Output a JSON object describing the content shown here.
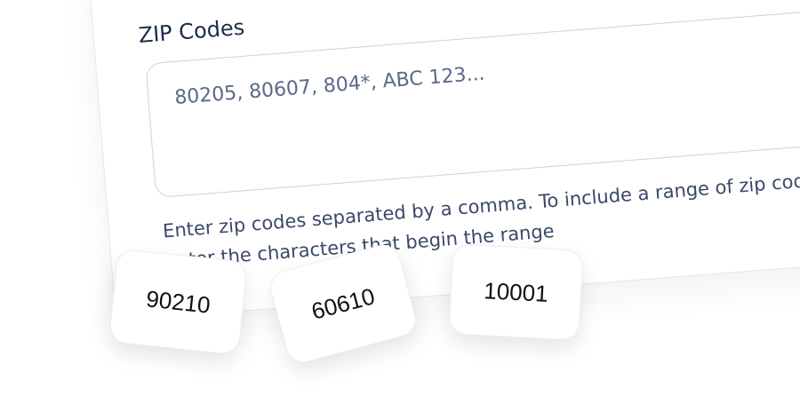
{
  "field": {
    "label": "ZIP Codes",
    "placeholder": "80205, 80607, 804*, ABC 123...",
    "value": "",
    "help_line1": "Enter zip codes separated by a comma. To include a range of zip codes,",
    "help_line2": "enter the characters that begin the range"
  },
  "chips": [
    "90210",
    "60610",
    "10001"
  ]
}
